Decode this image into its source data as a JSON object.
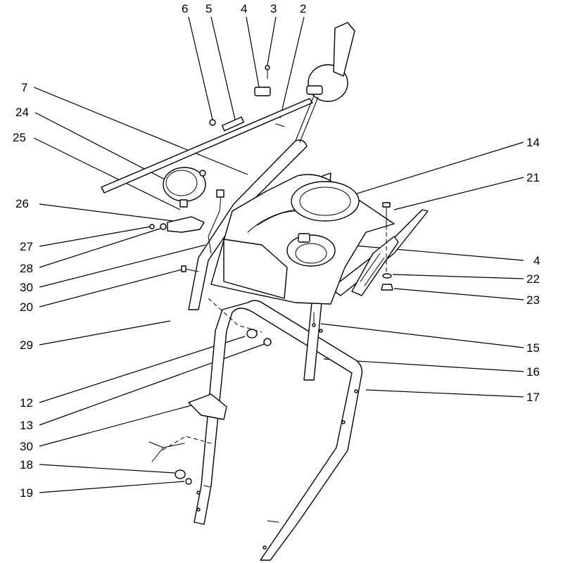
{
  "callouts": [
    {
      "id": "c6",
      "label": "6"
    },
    {
      "id": "c5",
      "label": "5"
    },
    {
      "id": "c4a",
      "label": "4"
    },
    {
      "id": "c3",
      "label": "3"
    },
    {
      "id": "c2",
      "label": "2"
    },
    {
      "id": "c7",
      "label": "7"
    },
    {
      "id": "c24",
      "label": "24"
    },
    {
      "id": "c25",
      "label": "25"
    },
    {
      "id": "c14",
      "label": "14"
    },
    {
      "id": "c21",
      "label": "21"
    },
    {
      "id": "c26",
      "label": "26"
    },
    {
      "id": "c27",
      "label": "27"
    },
    {
      "id": "c28",
      "label": "28"
    },
    {
      "id": "c4b",
      "label": "4"
    },
    {
      "id": "c30a",
      "label": "30"
    },
    {
      "id": "c22",
      "label": "22"
    },
    {
      "id": "c20",
      "label": "20"
    },
    {
      "id": "c23",
      "label": "23"
    },
    {
      "id": "c29",
      "label": "29"
    },
    {
      "id": "c15",
      "label": "15"
    },
    {
      "id": "c16",
      "label": "16"
    },
    {
      "id": "c12",
      "label": "12"
    },
    {
      "id": "c17",
      "label": "17"
    },
    {
      "id": "c13",
      "label": "13"
    },
    {
      "id": "c30b",
      "label": "30"
    },
    {
      "id": "c18",
      "label": "18"
    },
    {
      "id": "c19",
      "label": "19"
    }
  ]
}
